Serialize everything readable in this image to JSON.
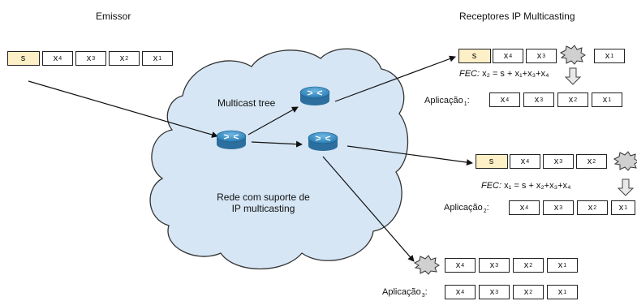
{
  "emitter": {
    "title": "Emissor",
    "packets": [
      {
        "v": "s",
        "sub": "",
        "kind": "source"
      },
      {
        "v": "x",
        "sub": "4",
        "kind": "packet"
      },
      {
        "v": "x",
        "sub": "3",
        "kind": "packet"
      },
      {
        "v": "x",
        "sub": "2",
        "kind": "packet"
      },
      {
        "v": "x",
        "sub": "1",
        "kind": "packet"
      }
    ]
  },
  "receivers_title": "Receptores IP Multicasting",
  "cloud": {
    "tree_label": "Multicast tree",
    "network_line1": "Rede com suporte de",
    "network_line2": "IP multicasting"
  },
  "receiver1": {
    "packets": [
      {
        "v": "s",
        "sub": ""
      },
      {
        "v": "x",
        "sub": "4"
      },
      {
        "v": "x",
        "sub": "3"
      },
      {
        "v": "x",
        "sub": "1"
      }
    ],
    "fec_label": "FEC:",
    "fec_formula": "x₂ = s + x₁+x₃+x₄",
    "app_label": "Aplicação",
    "app_sub": "1",
    "app_suffix": ":",
    "app_packets": [
      {
        "v": "x",
        "sub": "4"
      },
      {
        "v": "x",
        "sub": "3"
      },
      {
        "v": "x",
        "sub": "2"
      },
      {
        "v": "x",
        "sub": "1"
      }
    ]
  },
  "receiver2": {
    "packets": [
      {
        "v": "s",
        "sub": ""
      },
      {
        "v": "x",
        "sub": "4"
      },
      {
        "v": "x",
        "sub": "3"
      },
      {
        "v": "x",
        "sub": "2"
      }
    ],
    "fec_label": "FEC:",
    "fec_formula": "x₁ = s + x₂+x₃+x₄",
    "app_label": "Aplicação",
    "app_sub": "2",
    "app_suffix": ":",
    "app_packets": [
      {
        "v": "x",
        "sub": "4"
      },
      {
        "v": "x",
        "sub": "3"
      },
      {
        "v": "x",
        "sub": "2"
      },
      {
        "v": "x",
        "sub": "1"
      }
    ]
  },
  "receiver3": {
    "packets": [
      {
        "v": "x",
        "sub": "4"
      },
      {
        "v": "x",
        "sub": "3"
      },
      {
        "v": "x",
        "sub": "2"
      },
      {
        "v": "x",
        "sub": "1"
      }
    ],
    "app_label": "Aplicação",
    "app_sub": "3",
    "app_suffix": ":",
    "app_packets": [
      {
        "v": "x",
        "sub": "4"
      },
      {
        "v": "x",
        "sub": "3"
      },
      {
        "v": "x",
        "sub": "2"
      },
      {
        "v": "x",
        "sub": "1"
      }
    ]
  },
  "colors": {
    "cloud_fill": "#d6e6f5",
    "cloud_stroke": "#333333",
    "source_packet_fill": "#fdefc6",
    "router_fill": "#3d93c8",
    "loss_burst_fill": "#d0d0d0"
  },
  "icons": {
    "router": "router-icon",
    "loss": "packet-loss-burst-icon",
    "arrow": "down-arrow-icon"
  }
}
